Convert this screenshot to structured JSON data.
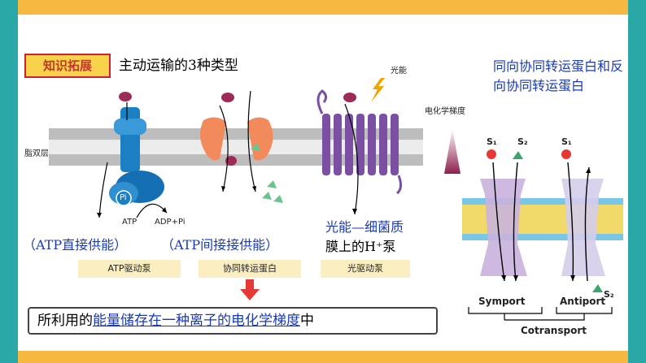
{
  "tag": "知识拓展",
  "heading": "主动运输的3种类型",
  "side_note": "同向协同转运蛋白和反向协同转运蛋白",
  "labels": {
    "light": "光能",
    "lipid_bilayer": "脂双层",
    "gradient": "电化学梯度",
    "pi": "Pi",
    "atp": "ATP",
    "adp": "ADP+Pi"
  },
  "annotations": {
    "atp_direct": "（ATP直接供能）",
    "atp_indirect": "（ATP间接接供能）",
    "light_bacteria_line1": "光能—细菌质",
    "light_bacteria_line2": "膜上的H⁺泵"
  },
  "pump_boxes": [
    "ATP驱动泵",
    "协同转运蛋白",
    "光驱动泵"
  ],
  "summary": {
    "prefix": "所利用的",
    "highlight": "能量储存在一种离子的电化学梯度",
    "suffix": "中"
  },
  "cotransport": {
    "s1": "S₁",
    "s2": "S₂",
    "symport": "Symport",
    "antiport": "Antiport",
    "cotransport": "Cotransport"
  },
  "colors": {
    "background": "#f5b841",
    "teal": "#2aa7a7",
    "tag_bg": "#f7d24a",
    "blue_text": "#1a3bb0",
    "arrow_red": "#e53935"
  }
}
